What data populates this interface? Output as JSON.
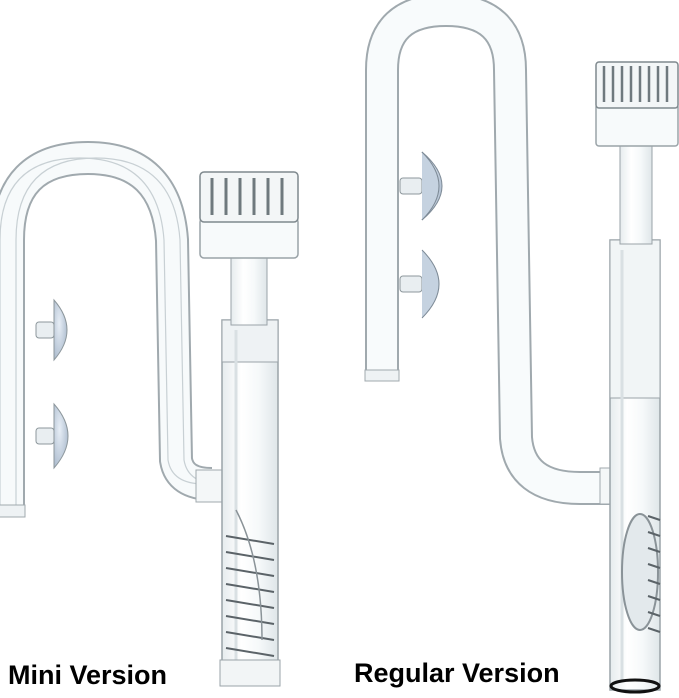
{
  "labels": {
    "mini": "Mini Version",
    "regular": "Regular Version"
  },
  "colors": {
    "background": "#ffffff",
    "glass_edge": "#9aa3a8",
    "glass_fill": "#f3f6f7",
    "suction_cup": "#b9c6d6",
    "text": "#000000"
  },
  "products": [
    {
      "id": "mini",
      "parts": [
        "u-pipe",
        "suction-cup",
        "suction-cup",
        "skimmer-top",
        "overflow-tube",
        "spiral-intake"
      ]
    },
    {
      "id": "regular",
      "parts": [
        "u-pipe",
        "suction-cup",
        "suction-cup",
        "skimmer-top",
        "overflow-tube",
        "spiral-intake",
        "oval-window",
        "o-ring"
      ]
    }
  ]
}
